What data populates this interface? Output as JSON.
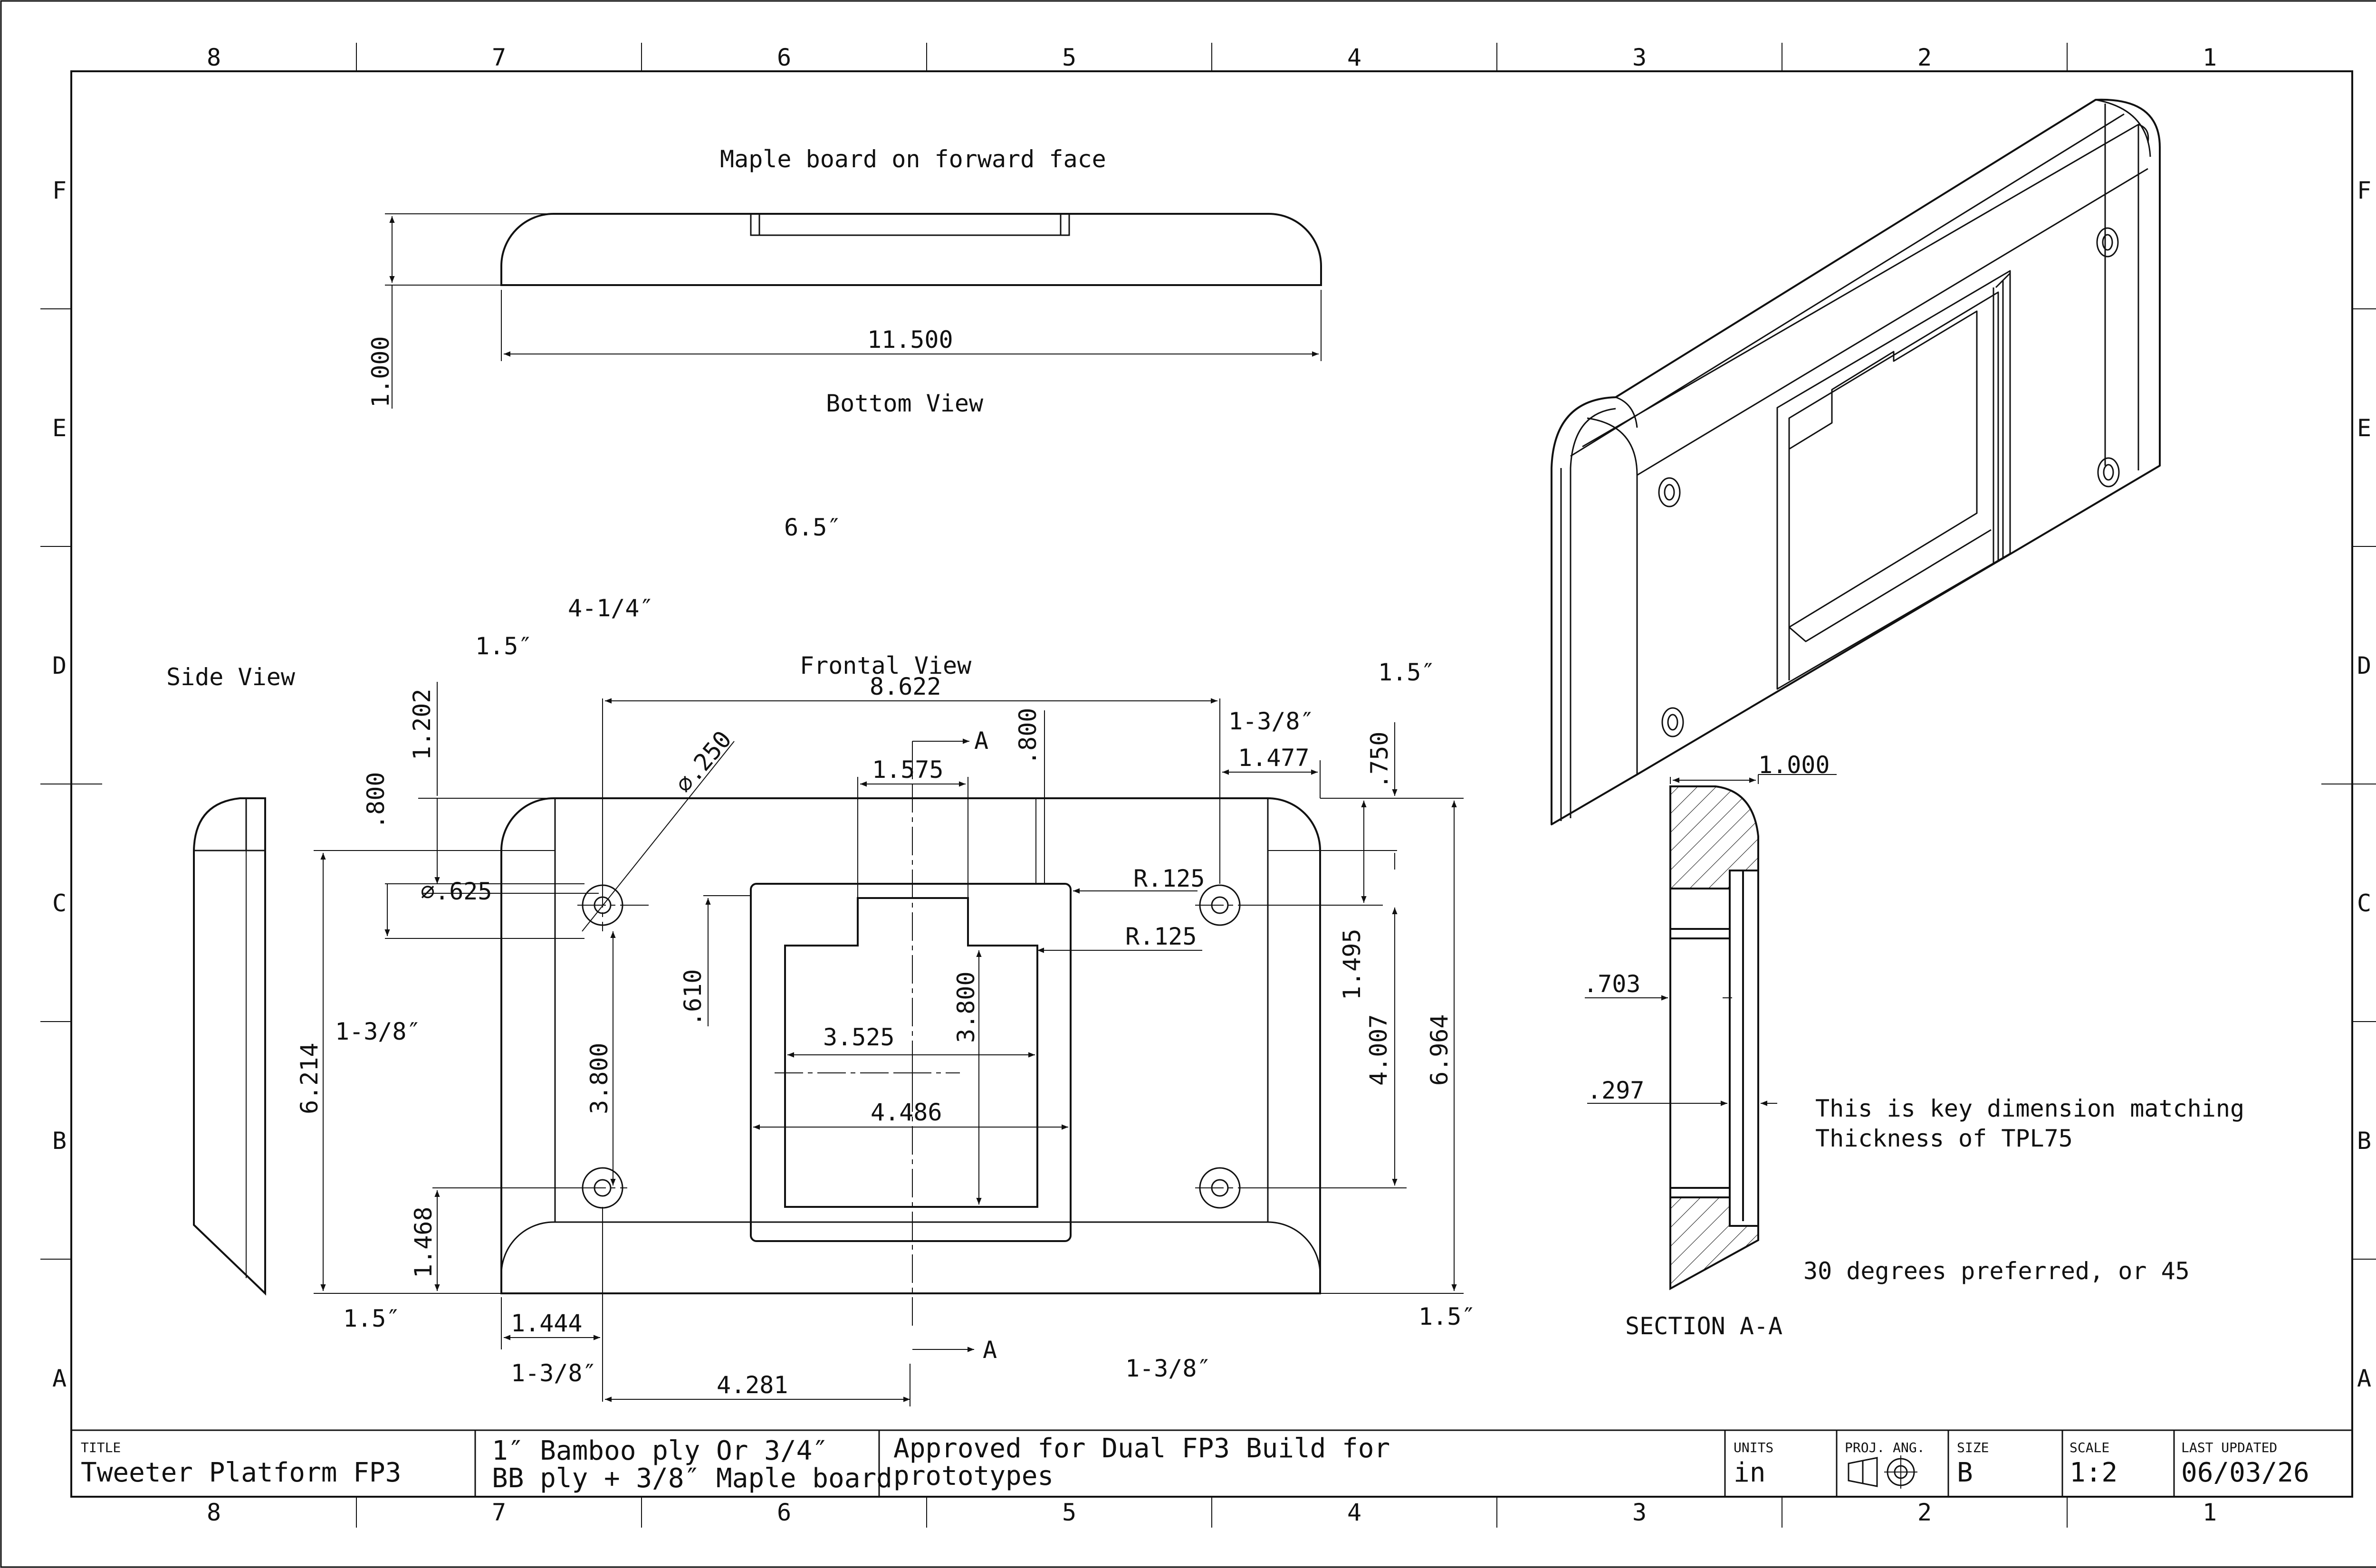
{
  "zones": {
    "cols": [
      "8",
      "7",
      "6",
      "5",
      "4",
      "3",
      "2",
      "1"
    ],
    "rows": [
      "F",
      "E",
      "D",
      "C",
      "B",
      "A"
    ]
  },
  "views": {
    "bottom_caption": "Maple board on forward face",
    "bottom": "Bottom View",
    "frontal": "Frontal View",
    "side": "Side View",
    "section": "SECTION A-A"
  },
  "notes": {
    "n_6_5": "6.5″",
    "n_4_1_4": "4-1/4″",
    "n_1_5_a": "1.5″",
    "n_1_5_b": "1.5″",
    "n_1_5_c": "1.5″",
    "n_1_5_d": "1.5″",
    "n_1_3_8_a": "1-3/8″",
    "n_1_3_8_b": "1-3/8″",
    "n_1_3_8_c": "1-3/8″",
    "n_1_3_8_d": "1-3/8″",
    "key_line1": "This is key dimension matching",
    "key_line2": "Thickness of TPL75",
    "degrees": "30 degrees preferred, or 45",
    "sec_a1": "A",
    "sec_a2": "A"
  },
  "dims": {
    "d11500": "11.500",
    "d1000b": "1.000",
    "d8622": "8.622",
    "d1202": "1.202",
    "d800a": ".800",
    "d250": "⌀.250",
    "d625": "⌀.625",
    "d1575": "1.575",
    "d800b": ".800",
    "d1477": "1.477",
    "d750": ".750",
    "r125a": "R.125",
    "r125b": "R.125",
    "d610": ".610",
    "d3800a": "3.800",
    "d3800b": "3.800",
    "d3525": "3.525",
    "d4486": "4.486",
    "d1495": "1.495",
    "d4007": "4.007",
    "d6964": "6.964",
    "d6214": "6.214",
    "d1468": "1.468",
    "d1444": "1.444",
    "d4281": "4.281",
    "d1000s": "1.000",
    "d703": ".703",
    "d297": ".297"
  },
  "title_block": {
    "title_label": "TITLE",
    "title_value": "Tweeter Platform FP3",
    "material_line1": "1″ Bamboo ply Or 3/4″",
    "material_line2": "BB ply + 3/8″ Maple board",
    "approval_line1": "Approved for Dual FP3 Build for",
    "approval_line2": "prototypes",
    "units_label": "UNITS",
    "units_value": "in",
    "proj_label": "PROJ. ANG.",
    "size_label": "SIZE",
    "size_value": "B",
    "scale_label": "SCALE",
    "scale_value": "1:2",
    "updated_label": "LAST UPDATED",
    "updated_value": "06/03/26"
  }
}
